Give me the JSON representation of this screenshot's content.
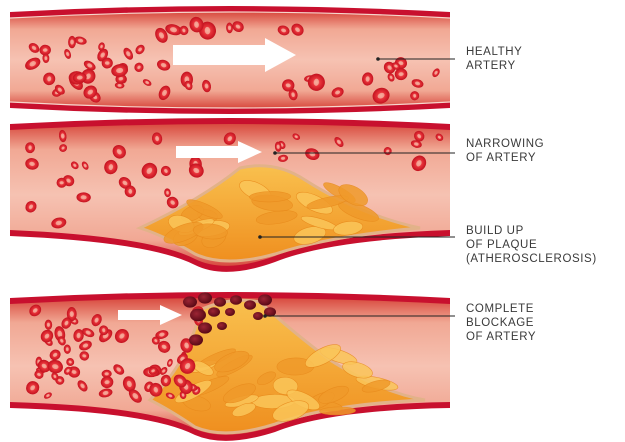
{
  "labels": {
    "healthy": [
      "HEALTHY",
      "ARTERY"
    ],
    "narrowing": [
      "NARROWING",
      "OF ARTERY"
    ],
    "plaque": [
      "BUILD UP",
      "OF PLAQUE",
      "(ATHEROSCLEROSIS)"
    ],
    "blockage": [
      "COMPLETE",
      "BLOCKAGE",
      "OF ARTERY"
    ]
  },
  "colors": {
    "vessel_wall": "#c8102e",
    "vessel_lumen": "#f3b6a5",
    "blood_cell": "#e2202c",
    "blood_cell_center": "#f8b3a4",
    "plaque": "#f6a531",
    "clot": "#7a1020",
    "arrow": "#ffffff",
    "leader_line": "#222222",
    "label_text": "#3a3a3a"
  }
}
